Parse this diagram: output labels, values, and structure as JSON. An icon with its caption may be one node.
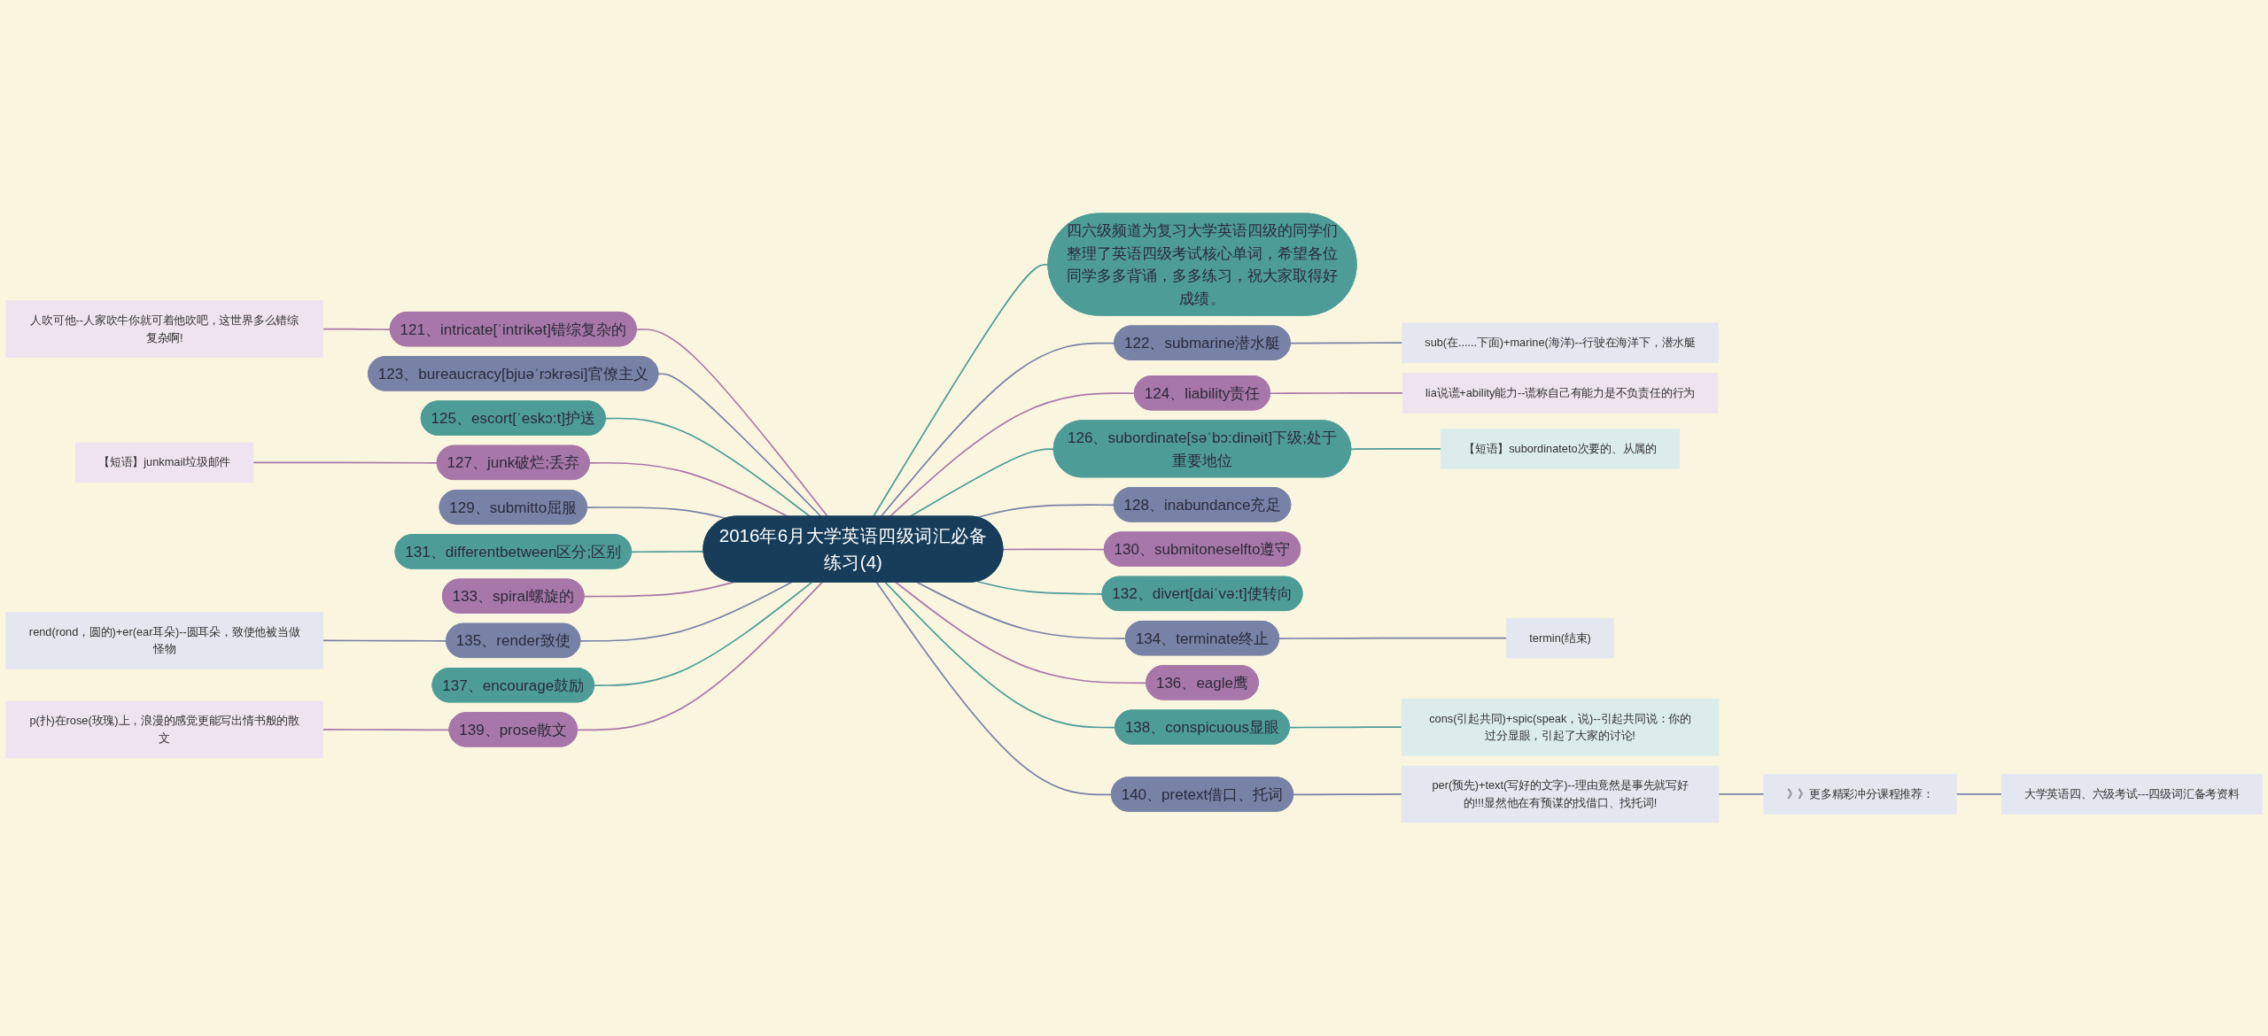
{
  "diagram": {
    "nodes": [
      {
        "text": [
          "2016年6月大学英语四级词汇必备练习(4)"
        ]
      },
      {
        "text": [
          "四六级频道为复习大学英语四级的同学们整理了英语四级考试核心单词，希望各位同学多多背诵，多多练习，祝大家取得好成绩。"
        ]
      },
      {
        "text": [
          "121、intricate[ˈintrikət]错综复杂的"
        ]
      },
      {
        "text": [
          "人吹可他--人家吹牛你就可着他吹吧，这世界多么错综复杂啊!"
        ]
      },
      {
        "text": [
          "122、submarine潜水艇"
        ]
      },
      {
        "text": [
          "sub(在......下面)+marine(海洋)--行驶在海洋下，潜水艇"
        ]
      },
      {
        "text": [
          "123、bureaucracy[bjuəˈrɔkrəsi]官僚主义"
        ]
      },
      {
        "text": [
          "124、liability责任"
        ]
      },
      {
        "text": [
          "lia说谎+ability能力--谎称自己有能力是不负责任的行为"
        ]
      },
      {
        "text": [
          "125、escort[ˈeskɔ:t]护送"
        ]
      },
      {
        "text": [
          "126、subordinate[səˈbɔ:dinəit]下级;处于重要地位"
        ]
      },
      {
        "text": [
          "【短语】subordinateto次要的、从属的"
        ]
      },
      {
        "text": [
          "127、junk破烂;丢弃"
        ]
      },
      {
        "text": [
          "【短语】junkmail垃圾邮件"
        ]
      },
      {
        "text": [
          "128、inabundance充足"
        ]
      },
      {
        "text": [
          "129、submitto屈服"
        ]
      },
      {
        "text": [
          "130、submitoneselfto遵守"
        ]
      },
      {
        "text": [
          "131、differentbetween区分;区别"
        ]
      },
      {
        "text": [
          "132、divert[daiˈvə:t]使转向"
        ]
      },
      {
        "text": [
          "133、spiral螺旋的"
        ]
      },
      {
        "text": [
          "134、terminate终止"
        ]
      },
      {
        "text": [
          "termin(结束)"
        ]
      },
      {
        "text": [
          "135、render致使"
        ]
      },
      {
        "text": [
          "rend(rond，圆的)+er(ear耳朵)--圆耳朵，致使他被当做怪物"
        ]
      },
      {
        "text": [
          "136、eagle鹰"
        ]
      },
      {
        "text": [
          "137、encourage鼓励"
        ]
      },
      {
        "text": [
          "138、conspicuous显眼"
        ]
      },
      {
        "text": [
          "cons(引起共同)+spic(speak，说)--引起共同说：你的过分显眼，引起了大家的讨论!"
        ]
      },
      {
        "text": [
          "139、prose散文"
        ]
      },
      {
        "text": [
          "p(扑)在rose(玫瑰)上，浪漫的感觉更能写出情书般的散文"
        ]
      },
      {
        "text": [
          "140、pretext借口、托词"
        ]
      },
      {
        "text": [
          "per(预先)+text(写好的文字)--理由竟然是事先就写好的!!!显然他在有预谋的找借口、找托词!"
        ]
      },
      {
        "text": [
          "》》更多精彩冲分课程推荐："
        ]
      },
      {
        "text": [
          "大学英语四、六级考试---四级词汇备考资料"
        ]
      }
    ],
    "edges": [
      {
        "from": 0,
        "to": 1,
        "arrow": "none",
        "color": "#4e9c98"
      },
      {
        "from": 0,
        "to": 2,
        "arrow": "none",
        "color": "#a877a9"
      },
      {
        "from": 2,
        "to": 3,
        "arrow": "none",
        "color": "#a877a9"
      },
      {
        "from": 0,
        "to": 4,
        "arrow": "none",
        "color": "#7882a6"
      },
      {
        "from": 4,
        "to": 5,
        "arrow": "none",
        "color": "#7882a6"
      },
      {
        "from": 0,
        "to": 6,
        "arrow": "none",
        "color": "#7882a6"
      },
      {
        "from": 0,
        "to": 7,
        "arrow": "none",
        "color": "#a877a9"
      },
      {
        "from": 7,
        "to": 8,
        "arrow": "none",
        "color": "#a877a9"
      },
      {
        "from": 0,
        "to": 9,
        "arrow": "none",
        "color": "#4e9c98"
      },
      {
        "from": 0,
        "to": 10,
        "arrow": "none",
        "color": "#4e9c98"
      },
      {
        "from": 10,
        "to": 11,
        "arrow": "none",
        "color": "#4e9c98"
      },
      {
        "from": 0,
        "to": 12,
        "arrow": "none",
        "color": "#a877a9"
      },
      {
        "from": 12,
        "to": 13,
        "arrow": "none",
        "color": "#a877a9"
      },
      {
        "from": 0,
        "to": 14,
        "arrow": "none",
        "color": "#7882a6"
      },
      {
        "from": 0,
        "to": 15,
        "arrow": "none",
        "color": "#7882a6"
      },
      {
        "from": 0,
        "to": 16,
        "arrow": "none",
        "color": "#a877a9"
      },
      {
        "from": 0,
        "to": 17,
        "arrow": "none",
        "color": "#4e9c98"
      },
      {
        "from": 0,
        "to": 18,
        "arrow": "none",
        "color": "#4e9c98"
      },
      {
        "from": 0,
        "to": 19,
        "arrow": "none",
        "color": "#a877a9"
      },
      {
        "from": 0,
        "to": 20,
        "arrow": "none",
        "color": "#7882a6"
      },
      {
        "from": 20,
        "to": 21,
        "arrow": "none",
        "color": "#7882a6"
      },
      {
        "from": 0,
        "to": 22,
        "arrow": "none",
        "color": "#7882a6"
      },
      {
        "from": 22,
        "to": 23,
        "arrow": "none",
        "color": "#7882a6"
      },
      {
        "from": 0,
        "to": 24,
        "arrow": "none",
        "color": "#a877a9"
      },
      {
        "from": 0,
        "to": 25,
        "arrow": "none",
        "color": "#4e9c98"
      },
      {
        "from": 0,
        "to": 26,
        "arrow": "none",
        "color": "#4e9c98"
      },
      {
        "from": 26,
        "to": 27,
        "arrow": "none",
        "color": "#4e9c98"
      },
      {
        "from": 0,
        "to": 28,
        "arrow": "none",
        "color": "#a877a9"
      },
      {
        "from": 28,
        "to": 29,
        "arrow": "none",
        "color": "#a877a9"
      },
      {
        "from": 0,
        "to": 30,
        "arrow": "none",
        "color": "#7882a6"
      },
      {
        "from": 30,
        "to": 31,
        "arrow": "none",
        "color": "#7882a6"
      },
      {
        "from": 31,
        "to": 32,
        "arrow": "none",
        "color": "#7882a6"
      },
      {
        "from": 32,
        "to": 33,
        "arrow": "none",
        "color": "#7882a6"
      }
    ]
  }
}
